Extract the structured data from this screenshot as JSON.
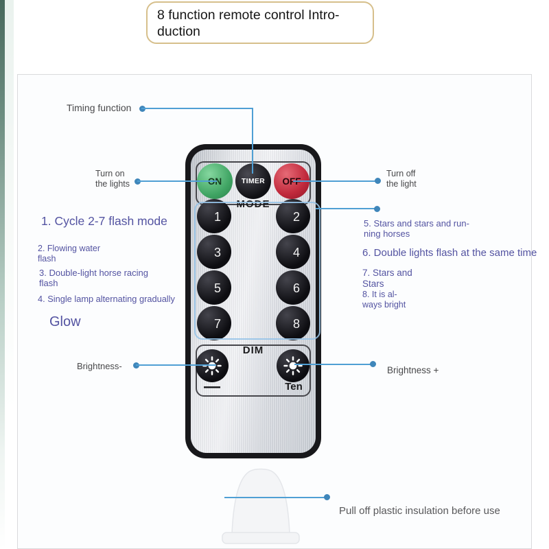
{
  "colors": {
    "callout_line": "#4f9fd4",
    "callout_dot": "#3f86ba",
    "note_text": "#5353a1",
    "title_border": "#d6bf8b",
    "edge_green": "#47685c",
    "on_button_green": "#3fa463",
    "off_button_red": "#c12a3c",
    "remote_silver": "#d9dce2"
  },
  "title": {
    "text": "8 function remote control Intro-duction"
  },
  "labels": {
    "timing": "Timing function",
    "turn_on": "Turn on\nthe lights",
    "turn_off": "Turn off\nthe light",
    "brightness_minus": "Brightness-",
    "brightness_plus": "Brightness +",
    "pull_off": "Pull off plastic insulation before use"
  },
  "notes_left": [
    {
      "text": "1. Cycle 2-7 flash mode"
    },
    {
      "text": "2. Flowing water\nflash"
    },
    {
      "text": "3. Double-light horse racing\nflash"
    },
    {
      "text": "4. Single lamp alternating gradually"
    },
    {
      "text": "Glow"
    }
  ],
  "notes_right": [
    {
      "text": "5. Stars and stars and run-\nning horses"
    },
    {
      "text": "6. Double lights flash at the same time"
    },
    {
      "text": "7. Stars and\nStars"
    },
    {
      "text": "8. It is al-\nways bright"
    }
  ],
  "remote": {
    "power_buttons": [
      {
        "label": "ON"
      },
      {
        "label": "TIMER"
      },
      {
        "label": "OFF"
      }
    ],
    "mode": {
      "label": "MODE",
      "buttons": [
        "1",
        "2",
        "3",
        "4",
        "5",
        "6",
        "7",
        "8"
      ]
    },
    "dim": {
      "label": "DIM",
      "minus": "—",
      "plus_label": "Ten"
    }
  }
}
